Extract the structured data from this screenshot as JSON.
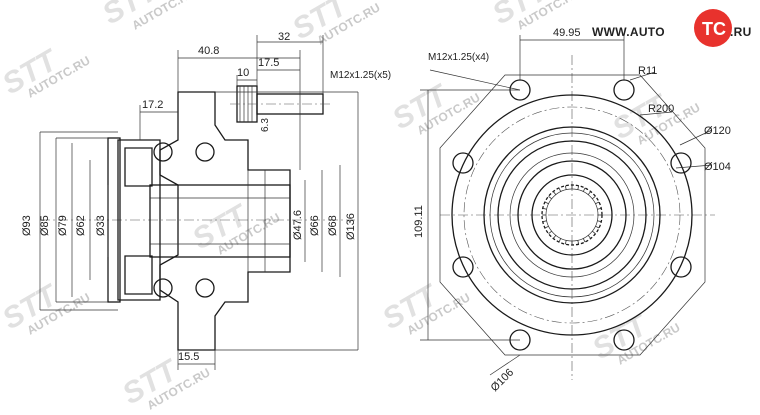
{
  "logo": {
    "text": "WWW.AUTO",
    "badge": "TC",
    "suffix": ".RU",
    "badge_color": "#e8322d"
  },
  "watermark": {
    "text": "AUTOTC.RU",
    "mark": "STT"
  },
  "side_view": {
    "top_dims": [
      "40.8",
      "32",
      "17.5",
      "10"
    ],
    "bolt_label": "M12x1.25(x5)",
    "flange_dim": "17.2",
    "small_dim": "6.3",
    "bottom_dim": "15.5",
    "left_diameters": [
      "Ø93",
      "Ø85",
      "Ø79",
      "Ø62",
      "Ø33"
    ],
    "right_diameters": [
      "Ø47.6",
      "Ø66",
      "Ø68",
      "Ø136"
    ]
  },
  "front_view": {
    "top_dim": "49.95",
    "bolt_label": "M12x1.25(x4)",
    "radius_small": "R11",
    "radius_large": "R200",
    "height_dim": "109.11",
    "pcd_outer": "Ø120",
    "pcd_inner": "Ø104",
    "bottom_dia": "Ø106"
  },
  "colors": {
    "line": "#1a1a1a",
    "watermark": "#c9c9c9",
    "accent": "#e8322d"
  }
}
